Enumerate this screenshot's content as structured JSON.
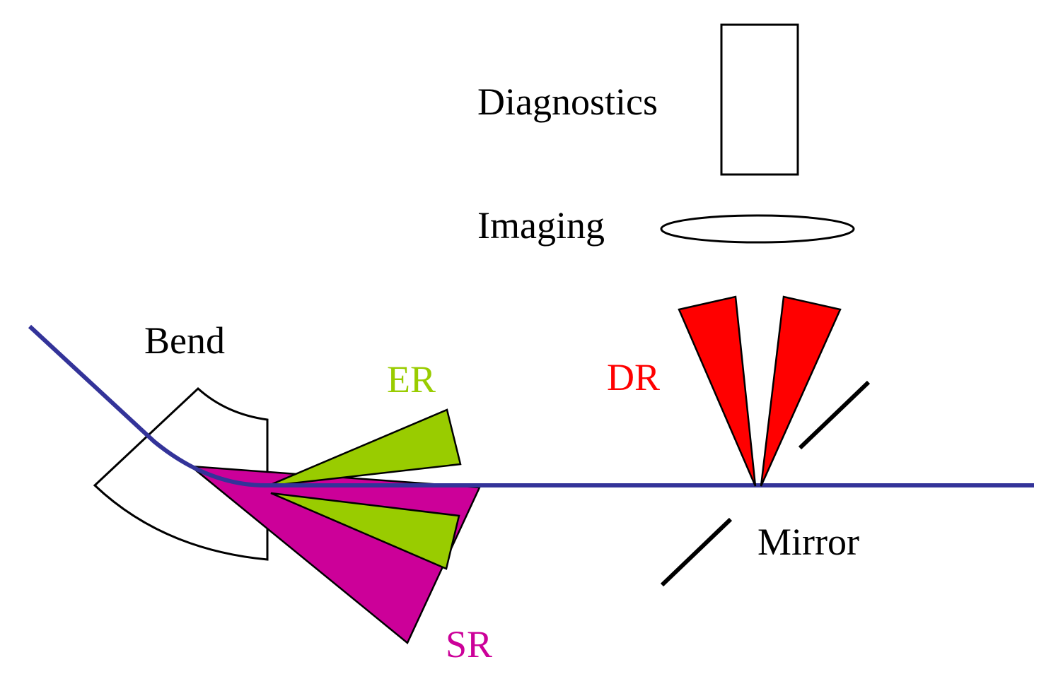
{
  "labels": {
    "diagnostics": "Diagnostics",
    "imaging": "Imaging",
    "bend": "Bend",
    "er": "ER",
    "dr": "DR",
    "mirror": "Mirror",
    "sr": "SR"
  },
  "colors": {
    "beam": "#333399",
    "er": "#99cc00",
    "sr": "#cc0099",
    "dr": "#ff0000",
    "outline": "#000000",
    "text": "#000000"
  }
}
